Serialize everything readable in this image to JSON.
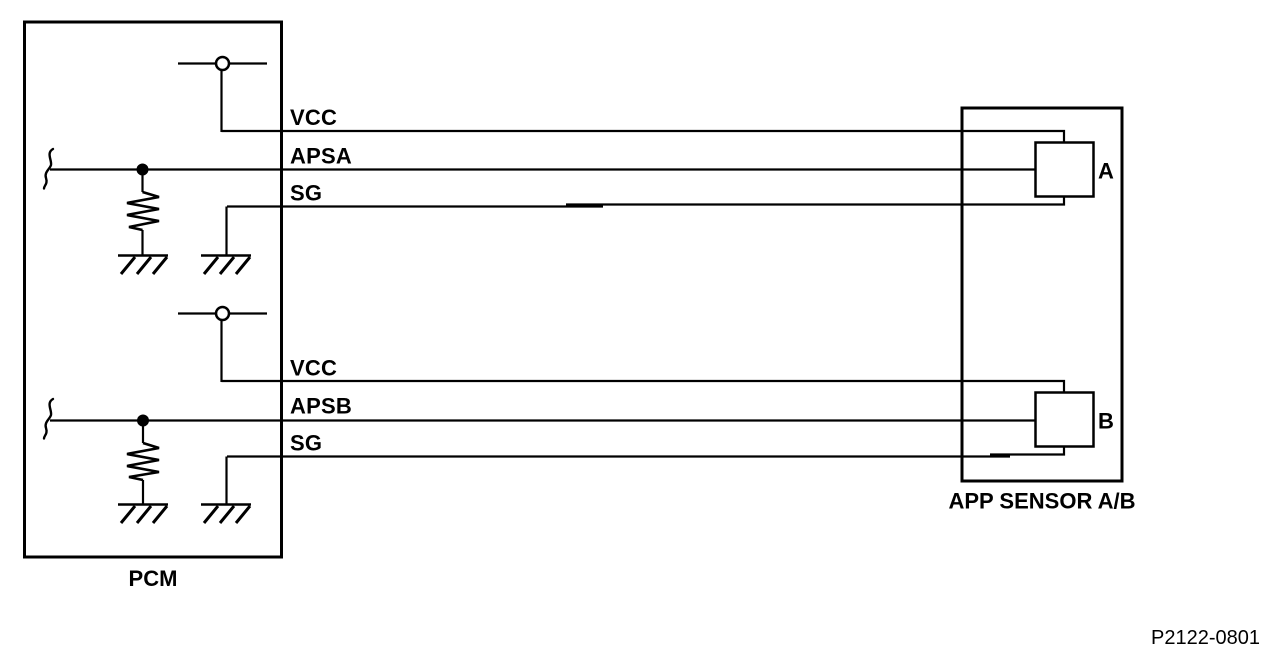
{
  "pcm": {
    "label": "PCM",
    "sections": [
      {
        "vcc_label": "VCC",
        "signal_label": "APSA",
        "sg_label": "SG"
      },
      {
        "vcc_label": "VCC",
        "signal_label": "APSB",
        "sg_label": "SG"
      }
    ]
  },
  "sensor": {
    "label": "APP SENSOR A/B",
    "connectors": [
      {
        "id": "A"
      },
      {
        "id": "B"
      }
    ]
  },
  "figure_number": "P2122-0801",
  "colors": {
    "line": "#000000",
    "background": "#ffffff"
  }
}
